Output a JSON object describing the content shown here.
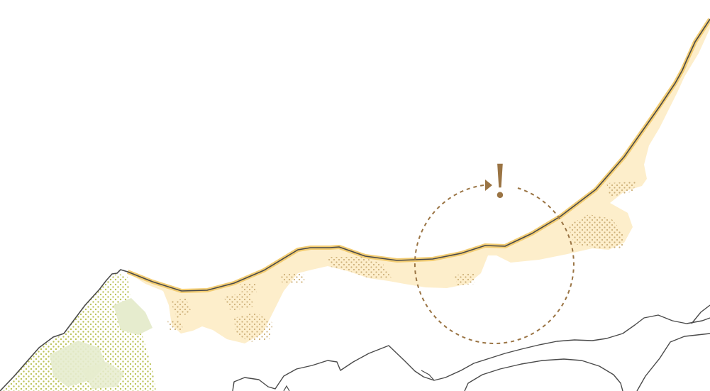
{
  "map": {
    "colors": {
      "background": "#ffffff",
      "coastline": "#4a4a4a",
      "dune_fill": "#fdeecb",
      "dune_edge": "#f3cd73",
      "stipple": "#cdb078",
      "vegetation": "#e6ecce",
      "veg_dots": "#bcc35a",
      "marker": "#9a7444"
    },
    "layers": [
      "coastline",
      "dune-area",
      "stippled-sand",
      "vegetation-patch",
      "hotspot-circle"
    ],
    "marker": {
      "icon": "exclamation-icon",
      "glyph": "!"
    },
    "cycle_arrow": "arrowhead-icon"
  }
}
